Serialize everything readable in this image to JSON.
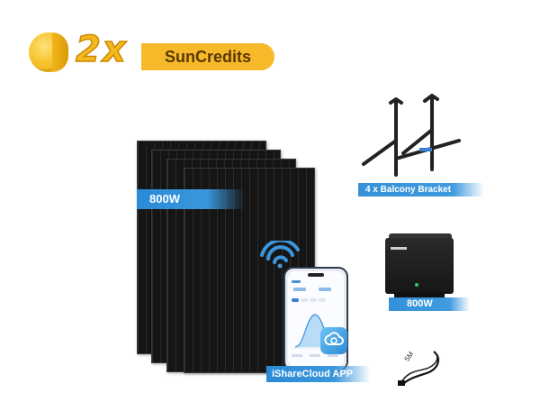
{
  "promo": {
    "multiplier": "2x",
    "credits_label": "SunCredits"
  },
  "products": {
    "panel_label": "800W",
    "app_label": "iShareCloud APP",
    "bracket_label": "4 x Balcony Bracket",
    "inverter_label": "800W",
    "cable_length": "5M"
  },
  "colors": {
    "accent_gold": "#f6b929",
    "tag_blue": "#3592d8"
  }
}
